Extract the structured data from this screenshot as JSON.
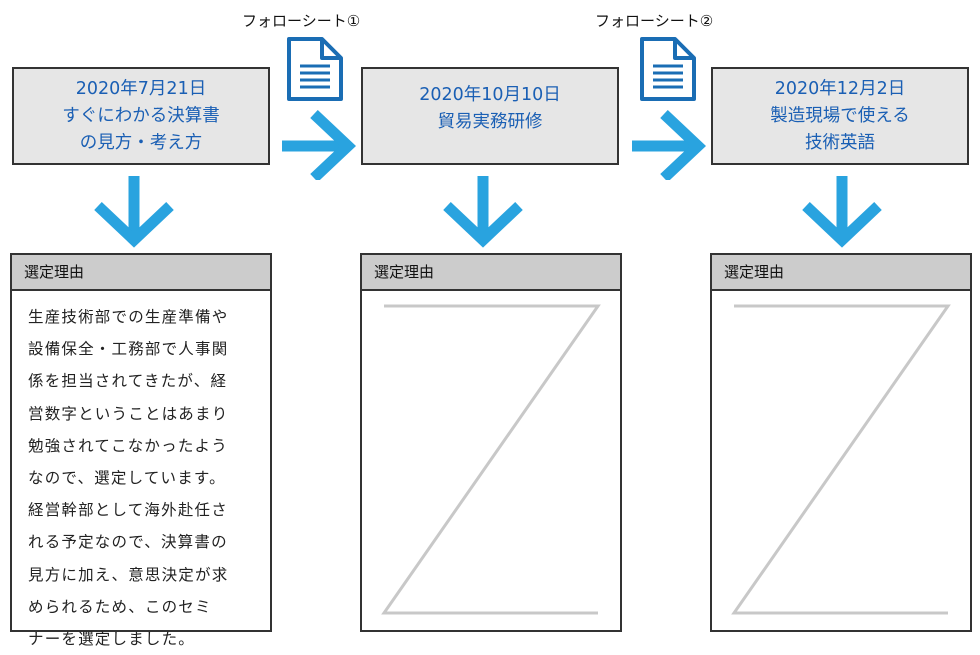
{
  "courses": [
    {
      "lines": [
        "2020年7月21日",
        "すぐにわかる決算書",
        "の見方・考え方"
      ]
    },
    {
      "lines": [
        "2020年10月10日",
        "貿易実務研修"
      ]
    },
    {
      "lines": [
        "2020年12月2日",
        "製造現場で使える",
        "技術英語"
      ]
    }
  ],
  "followups": [
    {
      "label": "フォローシート①",
      "icon": "document-icon"
    },
    {
      "label": "フォローシート②",
      "icon": "document-icon"
    }
  ],
  "reasons": [
    {
      "header": "選定理由",
      "lines": [
        "生産技術部での生産準備や",
        "設備保全・工務部で人事関",
        "係を担当されてきたが、経",
        "営数字ということはあまり",
        "勉強されてこなかったよう",
        "なので、選定しています。",
        "経営幹部として海外赴任さ",
        "れる予定なので、決算書の",
        "見方に加え、意思決定が求",
        "められるため、このセミ",
        "ナーを選定しました。"
      ]
    },
    {
      "header": "選定理由",
      "lines": []
    },
    {
      "header": "選定理由",
      "lines": []
    }
  ],
  "colors": {
    "arrow": "#29a3df",
    "course_text": "#1a5fb4",
    "icon": "#1a6db4",
    "box_fill": "#e6e6e6",
    "header_fill": "#cccccc",
    "z_mark": "#c8c8c8"
  }
}
